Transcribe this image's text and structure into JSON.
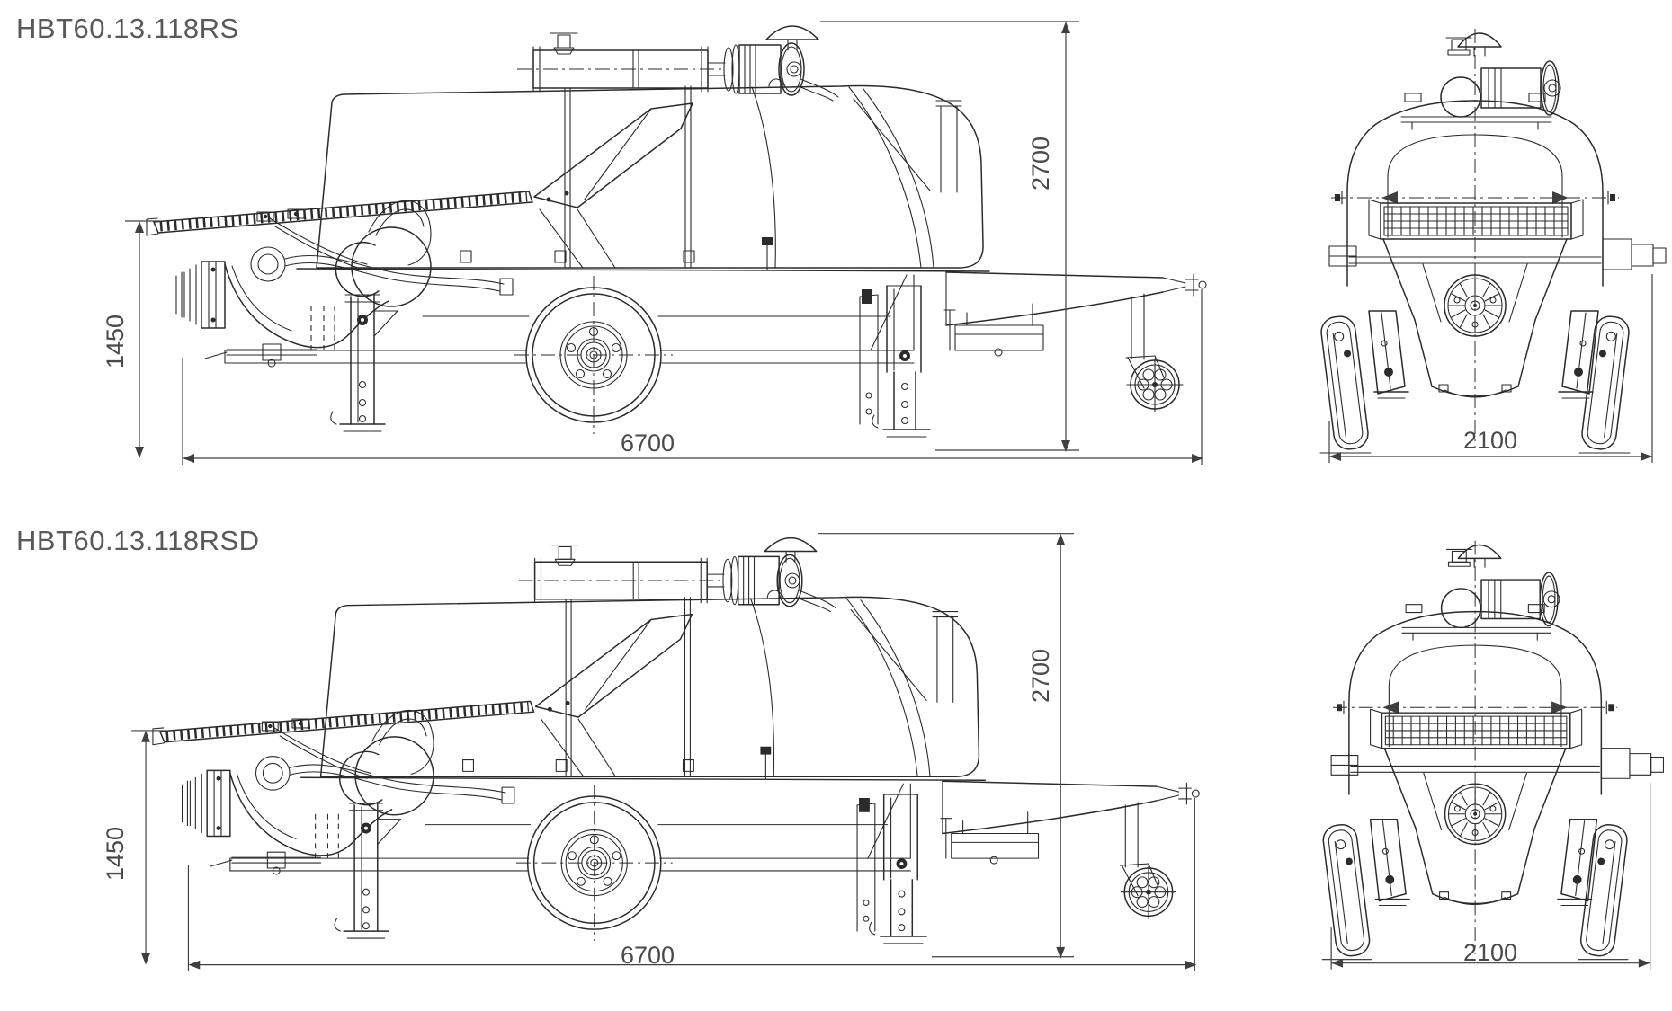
{
  "document": {
    "type": "technical-dimension-drawing",
    "background_color": "#ffffff",
    "line_color": "#2b2b2b",
    "label_color": "#595959"
  },
  "rows": [
    {
      "model": "HBT60.13.118RS",
      "dimensions": {
        "overall_height": "2700",
        "hopper_height": "1450",
        "overall_length": "6700",
        "overall_width": "2100"
      }
    },
    {
      "model": "HBT60.13.118RSD",
      "dimensions": {
        "overall_height": "2700",
        "hopper_height": "1450",
        "overall_length": "6700",
        "overall_width": "2100"
      }
    }
  ]
}
